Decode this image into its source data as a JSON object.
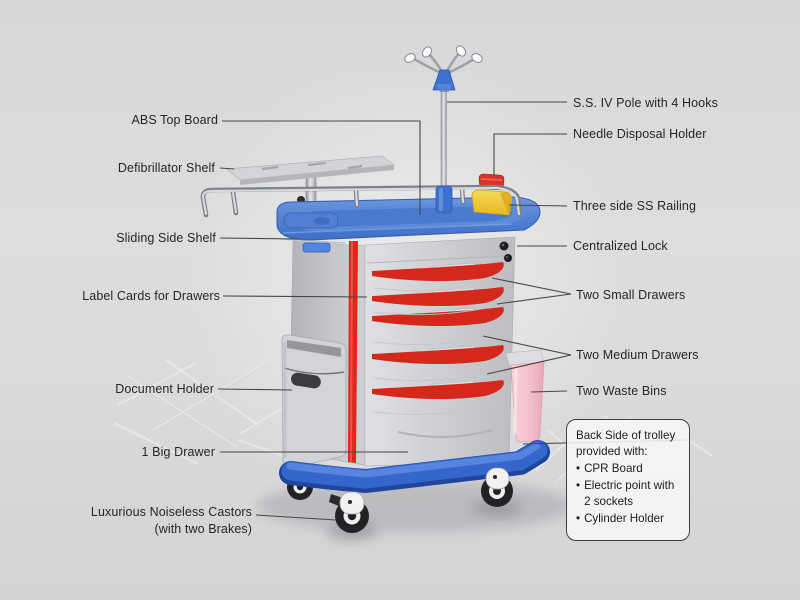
{
  "labels_left": [
    {
      "text": "ABS Top Board"
    },
    {
      "text": "Defibrillator Shelf"
    },
    {
      "text": "Sliding Side Shelf"
    },
    {
      "text": "Label Cards for Drawers"
    },
    {
      "text": "Document Holder"
    },
    {
      "text": "1 Big Drawer"
    },
    {
      "text": "Luxurious Noiseless Castors",
      "text2": "(with two Brakes)"
    }
  ],
  "labels_right": [
    {
      "text": "S.S. IV Pole with 4 Hooks"
    },
    {
      "text": "Needle Disposal Holder"
    },
    {
      "text": "Three side SS Railing"
    },
    {
      "text": "Centralized Lock"
    },
    {
      "text": "Two Small Drawers"
    },
    {
      "text": "Two Medium Drawers"
    },
    {
      "text": "Two Waste Bins"
    }
  ],
  "info_box": {
    "title_line1": "Back Side of trolley",
    "title_line2": "provided with:",
    "bullet": "•",
    "items": [
      "CPR Board",
      "Electric point with 2 sockets",
      "Cylinder Holder"
    ]
  },
  "colors": {
    "top_board_blue": "#4577cf",
    "base_blue": "#3566cc",
    "drawer_red": "#d5281d",
    "strip_red": "#e0271c",
    "waste_bin_pink": "#f2bfcb",
    "needle_holder_yellow": "#f0c832",
    "needle_cap_red": "#d93327",
    "cabinet_gray": "#cdced2",
    "leader_line": "#454545",
    "background_gray": "#d9dadb"
  }
}
